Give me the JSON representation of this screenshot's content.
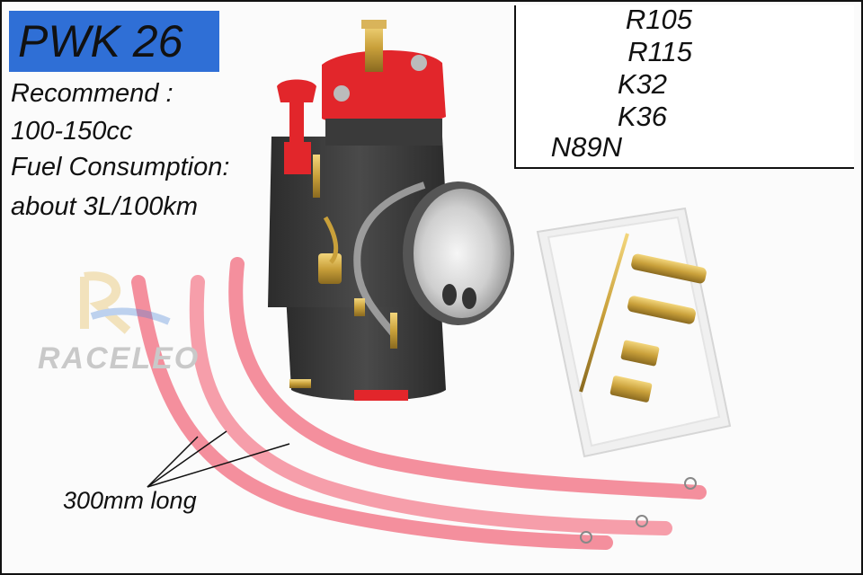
{
  "model_title": "PWK 26",
  "specs": {
    "recommend_label": "Recommend :",
    "recommend_value": "100-150cc",
    "fuel_label": "Fuel Consumption:",
    "fuel_value": "about 3L/100km"
  },
  "parts": [
    {
      "label": "R105"
    },
    {
      "label": "R115"
    },
    {
      "label": "K32"
    },
    {
      "label": "K36"
    },
    {
      "label": "N89N"
    }
  ],
  "watermark": "RACELEO",
  "hose_label": "300mm long",
  "colors": {
    "title_bg": "#2f6fd6",
    "carb_body": "#3d3d3d",
    "accent_red": "#e2262b",
    "brass": "#c9a03a",
    "hose_pink": "#f27b8c"
  }
}
